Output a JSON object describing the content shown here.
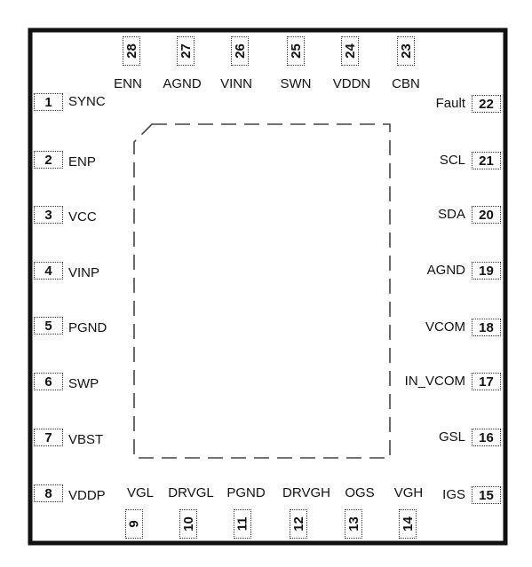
{
  "package": {
    "left_pins": [
      {
        "number": "1",
        "name": "SYNC"
      },
      {
        "number": "2",
        "name": "ENP"
      },
      {
        "number": "3",
        "name": "VCC"
      },
      {
        "number": "4",
        "name": "VINP"
      },
      {
        "number": "5",
        "name": "PGND"
      },
      {
        "number": "6",
        "name": "SWP"
      },
      {
        "number": "7",
        "name": "VBST"
      },
      {
        "number": "8",
        "name": "VDDP"
      }
    ],
    "bottom_pins": [
      {
        "number": "9",
        "name": "VGL"
      },
      {
        "number": "10",
        "name": "DRVGL"
      },
      {
        "number": "11",
        "name": "PGND"
      },
      {
        "number": "12",
        "name": "DRVGH"
      },
      {
        "number": "13",
        "name": "OGS"
      },
      {
        "number": "14",
        "name": "VGH"
      }
    ],
    "right_pins": [
      {
        "number": "15",
        "name": "IGS"
      },
      {
        "number": "16",
        "name": "GSL"
      },
      {
        "number": "17",
        "name": "IN_VCOM"
      },
      {
        "number": "18",
        "name": "VCOM"
      },
      {
        "number": "19",
        "name": "AGND"
      },
      {
        "number": "20",
        "name": "SDA"
      },
      {
        "number": "21",
        "name": "SCL"
      },
      {
        "number": "22",
        "name": "Fault"
      }
    ],
    "top_pins": [
      {
        "number": "23",
        "name": "CBN"
      },
      {
        "number": "24",
        "name": "VDDN"
      },
      {
        "number": "25",
        "name": "SWN"
      },
      {
        "number": "26",
        "name": "VINN"
      },
      {
        "number": "27",
        "name": "AGND"
      },
      {
        "number": "28",
        "name": "ENN"
      }
    ]
  }
}
